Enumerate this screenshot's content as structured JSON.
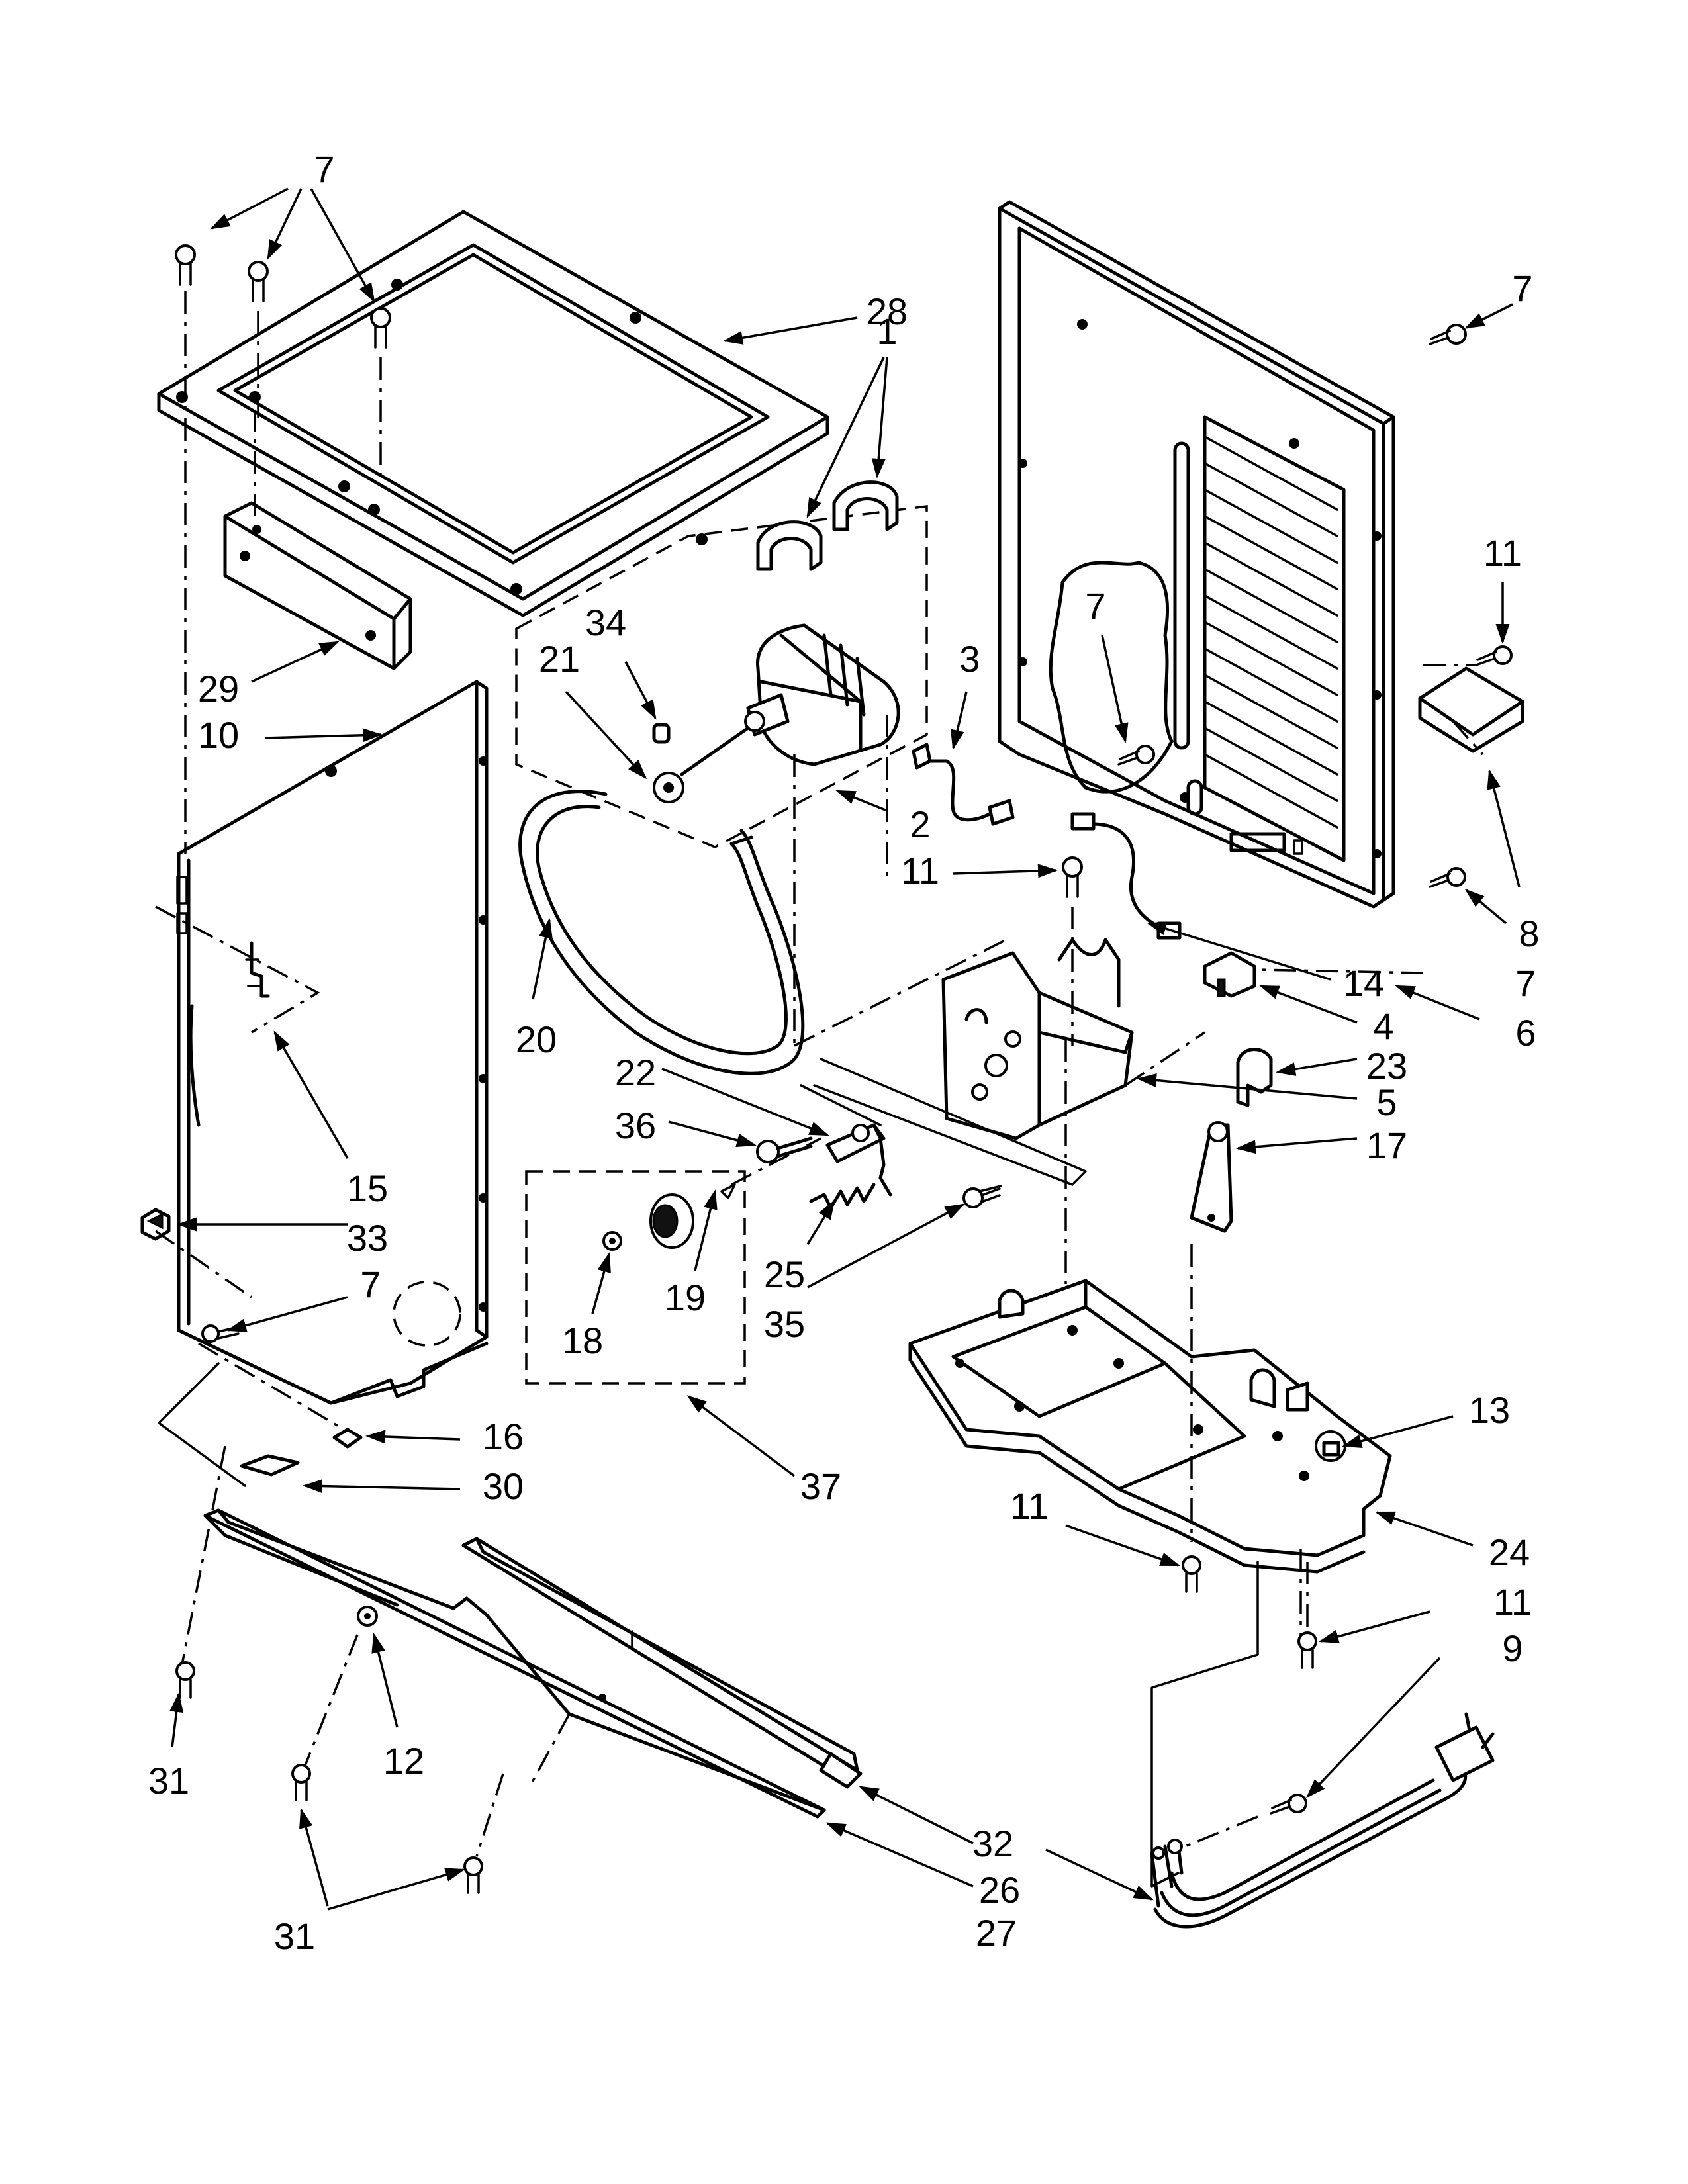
{
  "callouts": [
    {
      "id": "c1",
      "label": "1"
    },
    {
      "id": "c2",
      "label": "2"
    },
    {
      "id": "c3",
      "label": "3"
    },
    {
      "id": "c4",
      "label": "4"
    },
    {
      "id": "c5",
      "label": "5"
    },
    {
      "id": "c6",
      "label": "6"
    },
    {
      "id": "c7a",
      "label": "7"
    },
    {
      "id": "c7b",
      "label": "7"
    },
    {
      "id": "c7c",
      "label": "7"
    },
    {
      "id": "c7d",
      "label": "7"
    },
    {
      "id": "c7e",
      "label": "7"
    },
    {
      "id": "c8",
      "label": "8"
    },
    {
      "id": "c9",
      "label": "9"
    },
    {
      "id": "c10",
      "label": "10"
    },
    {
      "id": "c11a",
      "label": "11"
    },
    {
      "id": "c11b",
      "label": "11"
    },
    {
      "id": "c11c",
      "label": "11"
    },
    {
      "id": "c11d",
      "label": "11"
    },
    {
      "id": "c12",
      "label": "12"
    },
    {
      "id": "c13",
      "label": "13"
    },
    {
      "id": "c14",
      "label": "14"
    },
    {
      "id": "c15",
      "label": "15"
    },
    {
      "id": "c16",
      "label": "16"
    },
    {
      "id": "c17",
      "label": "17"
    },
    {
      "id": "c18",
      "label": "18"
    },
    {
      "id": "c19",
      "label": "19"
    },
    {
      "id": "c20",
      "label": "20"
    },
    {
      "id": "c21",
      "label": "21"
    },
    {
      "id": "c22",
      "label": "22"
    },
    {
      "id": "c23",
      "label": "23"
    },
    {
      "id": "c24",
      "label": "24"
    },
    {
      "id": "c25",
      "label": "25"
    },
    {
      "id": "c26",
      "label": "26"
    },
    {
      "id": "c27",
      "label": "27"
    },
    {
      "id": "c28",
      "label": "28"
    },
    {
      "id": "c29",
      "label": "29"
    },
    {
      "id": "c30",
      "label": "30"
    },
    {
      "id": "c31a",
      "label": "31"
    },
    {
      "id": "c31b",
      "label": "31"
    },
    {
      "id": "c32",
      "label": "32"
    },
    {
      "id": "c33",
      "label": "33"
    },
    {
      "id": "c34",
      "label": "34"
    },
    {
      "id": "c35",
      "label": "35"
    },
    {
      "id": "c36",
      "label": "36"
    },
    {
      "id": "c37",
      "label": "37"
    }
  ]
}
